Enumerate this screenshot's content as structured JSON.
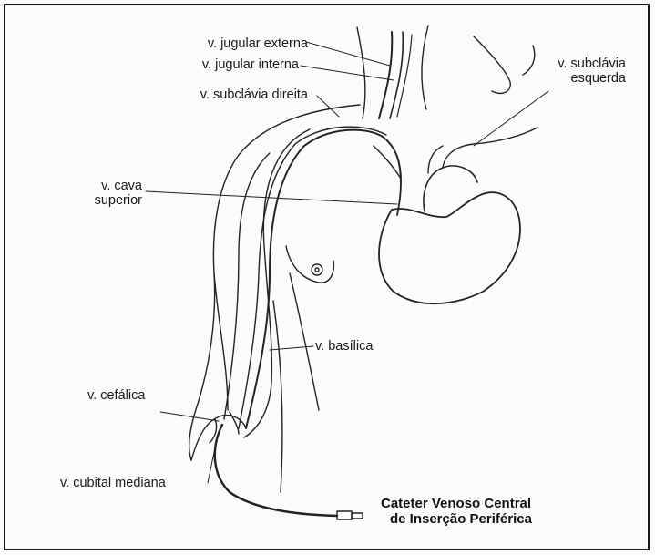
{
  "labels": {
    "jugular_externa": "v. jugular externa",
    "jugular_interna": "v. jugular interna",
    "subclavia_direita": "v. subclávia direita",
    "subclavia_esquerda_line1": "v. subclávia",
    "subclavia_esquerda_line2": "esquerda",
    "cava_line1": "v. cava",
    "cava_line2": "superior",
    "basilica": "v. basílica",
    "cefalica": "v. cefálica",
    "cubital_mediana": "v. cubital mediana"
  },
  "caption": {
    "line1": "Cateter Venoso Central",
    "line2": "de Inserção Periférica"
  }
}
